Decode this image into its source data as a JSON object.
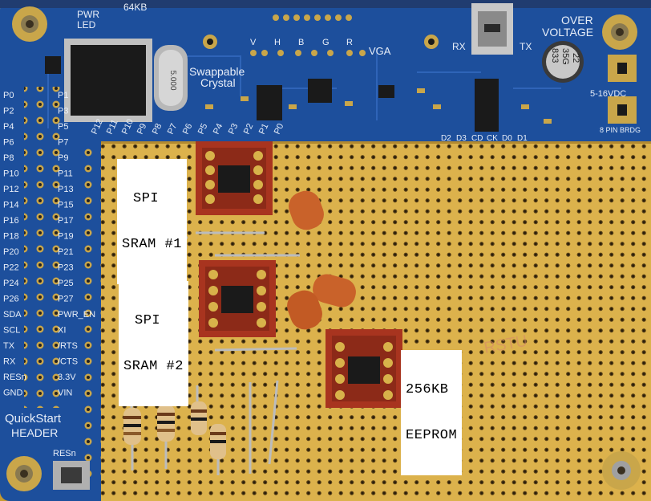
{
  "labels": {
    "sram1_line1": "SPI",
    "sram1_line2": "SRAM #1",
    "sram2_line1": "SPI",
    "sram2_line2": "SRAM #2",
    "eeprom_line1": "256KB",
    "eeprom_line2": "EEPROM"
  },
  "silkscreen": {
    "pwr_led": "PWR",
    "led": "LED",
    "mem": "64KB",
    "vga": "VGA",
    "swappable": "Swappable",
    "crystal": "Crystal",
    "crystal_marking": "5.000",
    "over": "OVER",
    "voltage": "VOLTAGE",
    "rx": "RX",
    "tx": "TX",
    "supply": "5-16VDC",
    "brdg": "8 PIN BRDG",
    "cap_marking_1": "22",
    "cap_marking_2": "35G",
    "cap_marking_3": "833",
    "quickstart": "QuickStart",
    "header": "HEADER",
    "resn_button": "RESn",
    "left_col_a": [
      "P0",
      "P2",
      "P4",
      "P6",
      "P8",
      "P10",
      "P12",
      "P14",
      "P16",
      "P18",
      "P20",
      "P22",
      "P24",
      "P26",
      "SDA",
      "SCL",
      "TX",
      "RX",
      "RESn",
      "GND"
    ],
    "left_col_b": [
      "P1",
      "P3",
      "P5",
      "P7",
      "P9",
      "P11",
      "P13",
      "P15",
      "P17",
      "P19",
      "P21",
      "P23",
      "P25",
      "P27",
      "PWR_EN",
      "XI",
      "/RTS",
      "/CTS",
      "3.3V",
      "VIN"
    ],
    "top_pins": [
      "P12",
      "P11",
      "P10",
      "P9",
      "P8",
      "P7",
      "P6",
      "P5",
      "P4",
      "P3",
      "P2",
      "P1",
      "P0"
    ],
    "vga_pins": [
      "V",
      "H",
      "B",
      "G",
      "R"
    ],
    "data_pins": [
      "D2",
      "D3",
      "CD",
      "CK",
      "D0",
      "D1"
    ]
  },
  "colors": {
    "pcb_blue": "#1d4f9c",
    "perfboard": "#d9b24a",
    "chip_socket": "#a8341f",
    "capacitor": "#c9622a"
  }
}
